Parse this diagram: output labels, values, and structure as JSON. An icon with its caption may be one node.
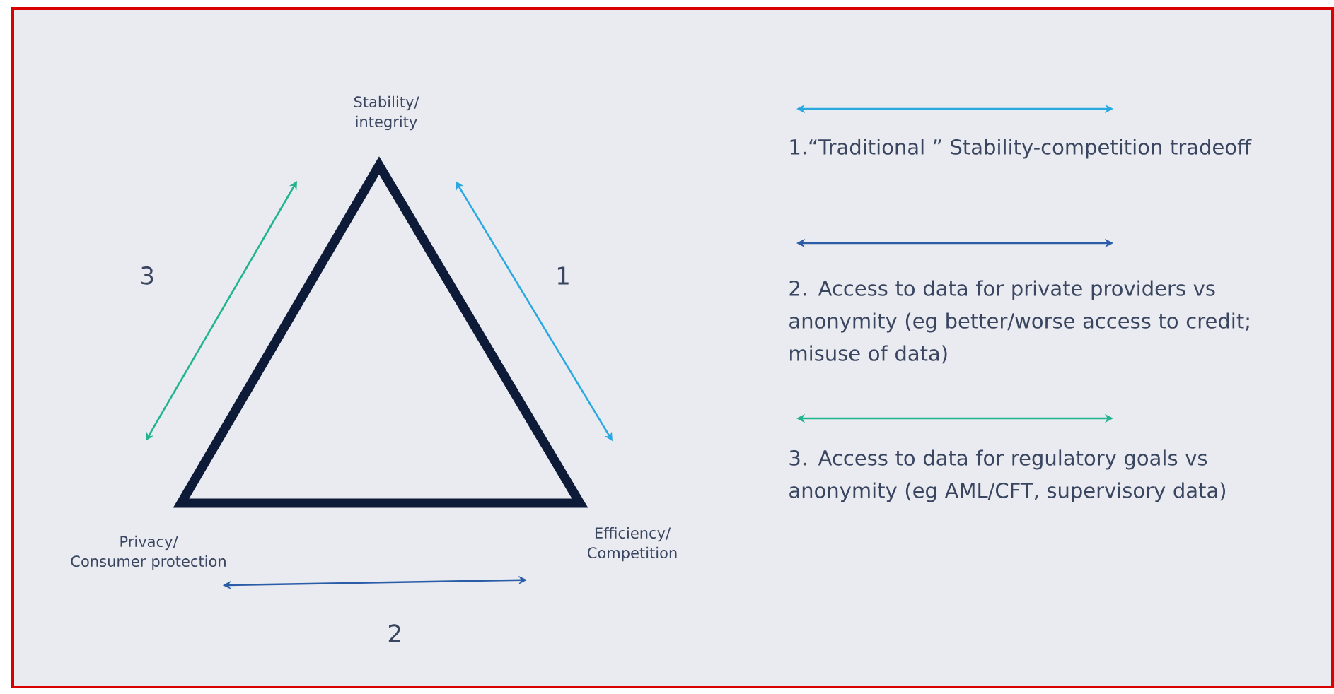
{
  "diagram": {
    "nodes": [
      {
        "text": [
          "Stability/ integrity"
        ]
      },
      {
        "text": [
          "Privacy/ Consumer protection"
        ]
      },
      {
        "text": [
          "Efficiency/ Competition"
        ]
      }
    ],
    "edges": [
      {
        "from": 0,
        "to": 2,
        "arrow": "both",
        "label": "1",
        "color": "#2aa8e0"
      },
      {
        "from": 1,
        "to": 2,
        "arrow": "both",
        "label": "2",
        "color": "#2b5ca8"
      },
      {
        "from": 1,
        "to": 0,
        "arrow": "both",
        "label": "3",
        "color": "#22b38f"
      }
    ],
    "legend": [
      {
        "text": "1.“Traditional ” Stability-competition tradeoff"
      },
      {
        "text": "2. Access to data for private providers vs anonymity (eg better/worse access to credit; misuse of data)"
      },
      {
        "text": "3. Access to data for regulatory goals vs anonymity (eg AML/CFT, supervisory data)"
      }
    ]
  }
}
